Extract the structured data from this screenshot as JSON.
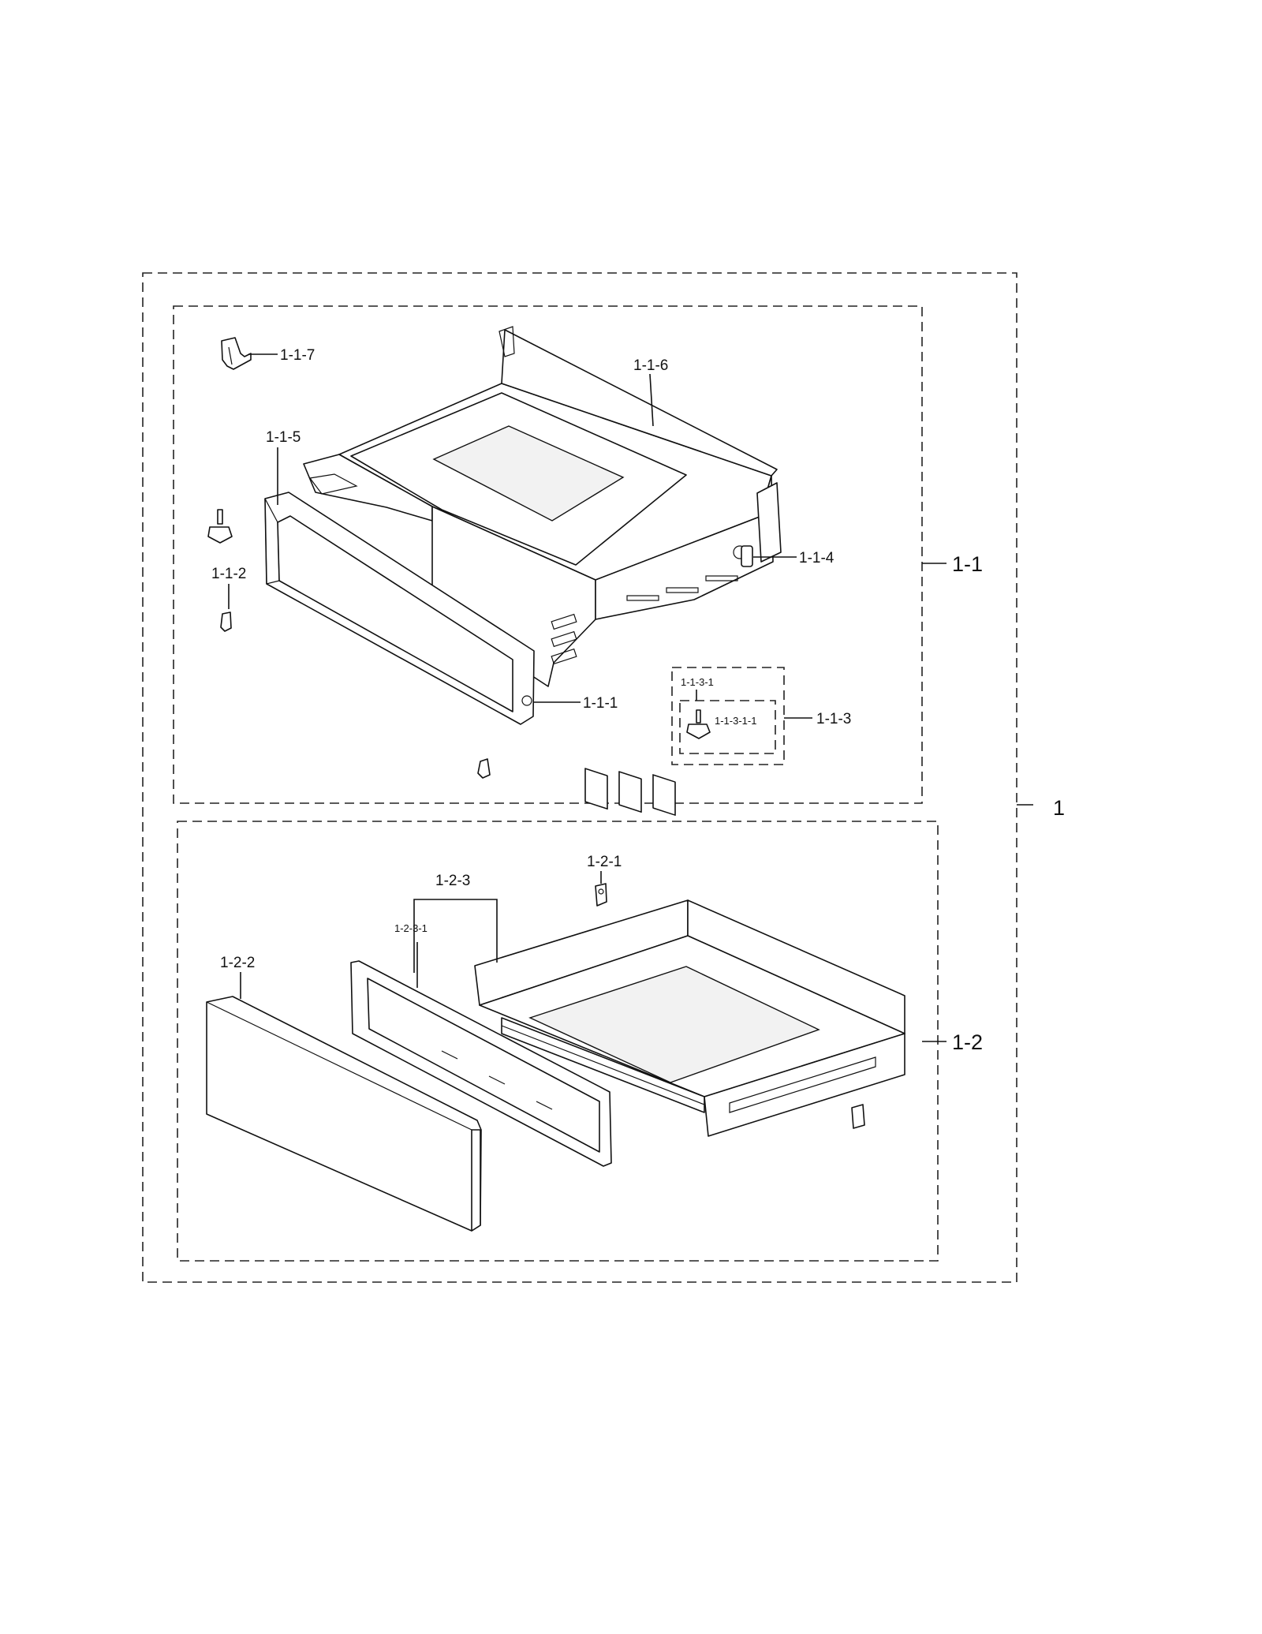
{
  "labels": {
    "assembly": "1",
    "sub_1_1": "1-1",
    "sub_1_2": "1-2",
    "p_1_1_1": "1-1-1",
    "p_1_1_2": "1-1-2",
    "p_1_1_3": "1-1-3",
    "p_1_1_3_1": "1-1-3-1",
    "p_1_1_3_1_1": "1-1-3-1-1",
    "p_1_1_4": "1-1-4",
    "p_1_1_5": "1-1-5",
    "p_1_1_6": "1-1-6",
    "p_1_1_7": "1-1-7",
    "p_1_2_1": "1-2-1",
    "p_1_2_2": "1-2-2",
    "p_1_2_3": "1-2-3",
    "p_1_2_3_1": "1-2-3-1"
  }
}
